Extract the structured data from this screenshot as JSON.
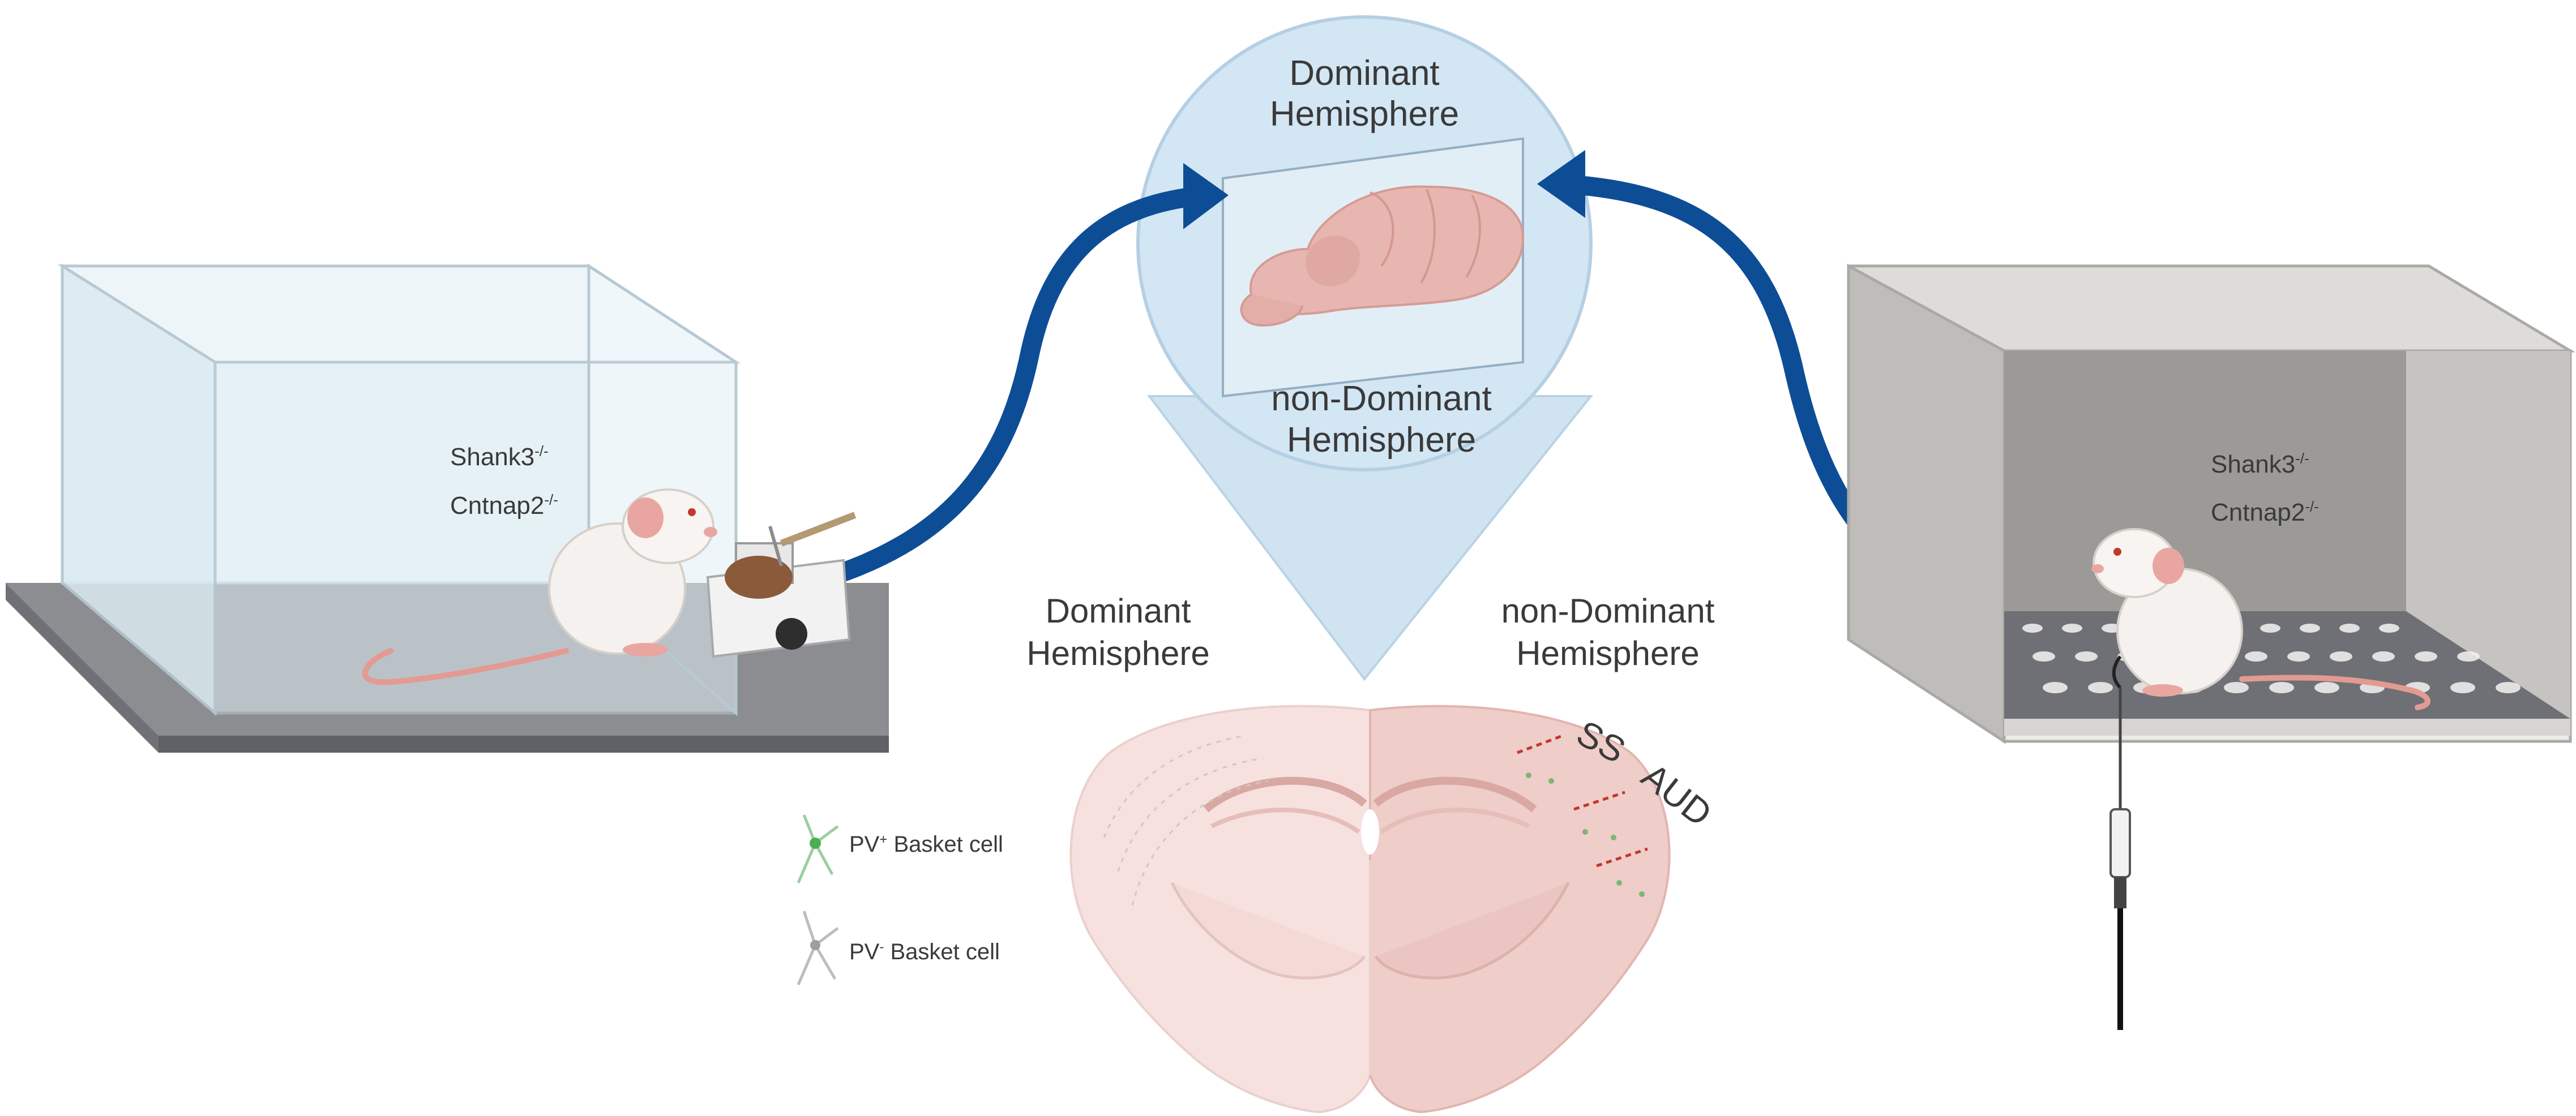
{
  "left_setup": {
    "genotype_line1": "Shank3",
    "genotype_line1_sup": "-/-",
    "genotype_line2": "Cntnap2",
    "genotype_line2_sup": "-/-"
  },
  "right_setup": {
    "genotype_line1": "Shank3",
    "genotype_line1_sup": "-/-",
    "genotype_line2": "Cntnap2",
    "genotype_line2_sup": "-/-"
  },
  "magnifier": {
    "top_label_line1": "Dominant",
    "top_label_line2": "Hemisphere",
    "bottom_label_line1": "non-Dominant",
    "bottom_label_line2": "Hemisphere"
  },
  "coronal_section": {
    "left_label_line1": "Dominant",
    "left_label_line2": "Hemisphere",
    "right_label_line1": "non-Dominant",
    "right_label_line2": "Hemisphere",
    "region_ss": "SS",
    "region_aud": "AUD"
  },
  "legend": {
    "item1_prefix": "PV",
    "item1_sup": "+",
    "item1_suffix": " Basket cell",
    "item2_prefix": "PV",
    "item2_sup": "-",
    "item2_suffix": " Basket cell"
  },
  "colors": {
    "arrow": "#0d4d96",
    "magnifier_fill": "#cfe3f1",
    "brain_pink": "#e6b3ae",
    "section_pink": "#f1d5d2",
    "enclosure_gray": "#c9c8c4",
    "floor_gray": "#8b8d91"
  }
}
